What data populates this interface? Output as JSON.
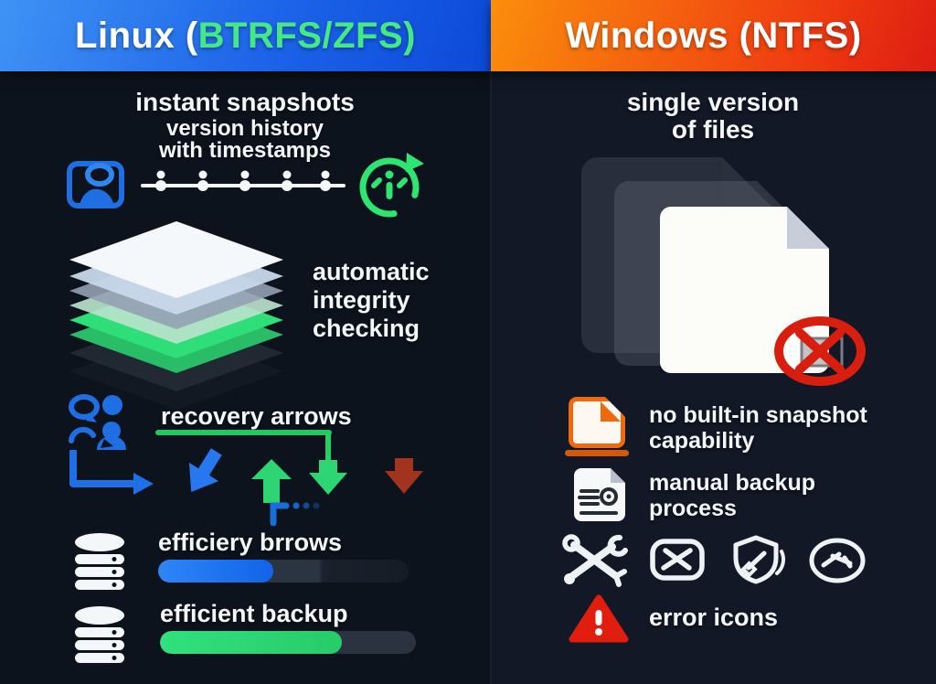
{
  "header": {
    "left_title_prefix": "Linux (",
    "left_title_highlight": "BTRFS/ZFS)",
    "right_title": "Windows (NTFS)"
  },
  "left_panel": {
    "snapshots": {
      "title": "instant snapshots",
      "subtitle1": "version history",
      "subtitle2": "with timestamps",
      "icons": [
        "photo-snapshot-icon",
        "timeline-dots",
        "history-clock-icon"
      ]
    },
    "integrity": {
      "label": "automatic integrity checking",
      "icon": "layer-stack"
    },
    "recovery": {
      "label": "recovery arrows",
      "icons": [
        "people-chat-icon",
        "elbow-arrow",
        "diagonal-down-arrow",
        "up-arrow",
        "down-arrow-green",
        "down-arrow-red"
      ]
    },
    "efficiency": {
      "label": "efficiery brrows",
      "progress_pct": 46,
      "icon": "database-icon"
    },
    "backup": {
      "label": "efficient backup",
      "progress_pct": 71,
      "icon": "database-icon"
    }
  },
  "right_panel": {
    "single_version": {
      "title1": "single version",
      "title2": "of files",
      "icon": "document-stack-with-no-symbol"
    },
    "no_snapshot": {
      "label": "no built-in snapshot capability",
      "icon": "orange-document-icon"
    },
    "manual_backup": {
      "label": "manual backup process",
      "icon": "document-lines-icon"
    },
    "tool_icons": [
      "crossed-tools-icon",
      "boxed-hammer-icon",
      "shield-tool-icon",
      "crossed-circle-icon"
    ],
    "error": {
      "label": "error icons",
      "icon": "warning-triangle-icon"
    }
  },
  "colors": {
    "accent_blue": "#1f6fe8",
    "accent_green": "#2ee573",
    "accent_orange": "#f97a0e",
    "accent_red": "#e0220f",
    "bg_left": "#0d131d",
    "bg_right": "#121826"
  }
}
